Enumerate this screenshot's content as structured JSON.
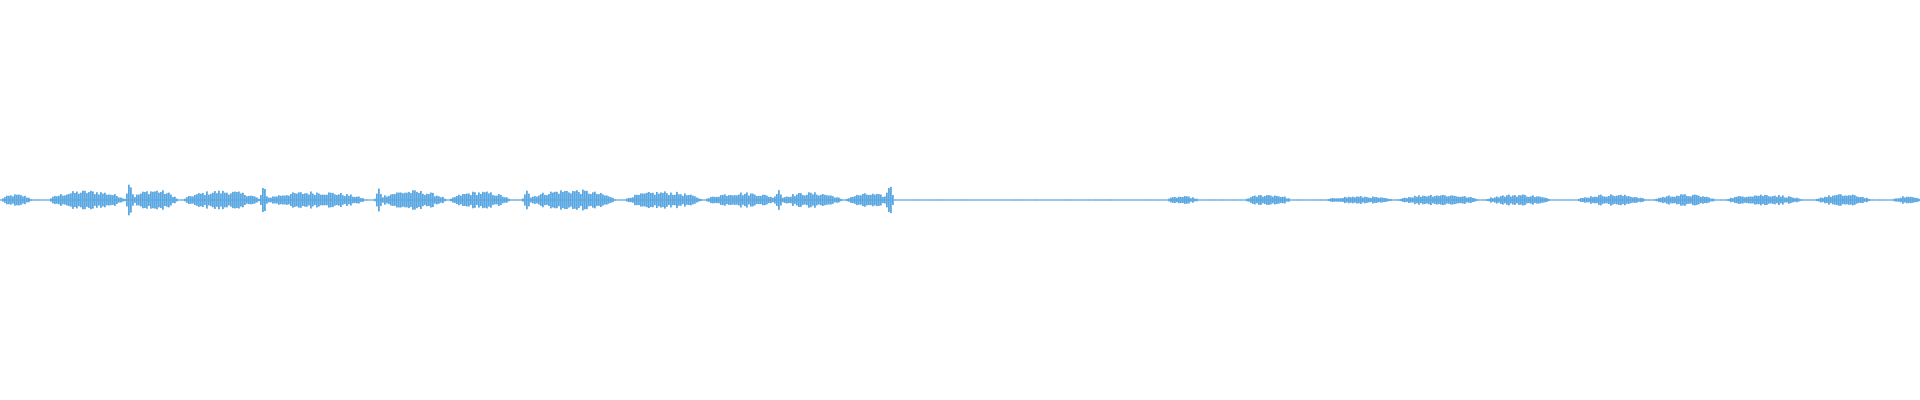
{
  "waveform": {
    "color": "#5aa7e2",
    "envelope": {
      "sample_count": 960,
      "segments": [
        {
          "start": 0.0,
          "end": 0.016,
          "amp": 0.03
        },
        {
          "start": 0.025,
          "end": 0.065,
          "amp": 0.05
        },
        {
          "start": 0.068,
          "end": 0.092,
          "amp": 0.055
        },
        {
          "start": 0.095,
          "end": 0.135,
          "amp": 0.05
        },
        {
          "start": 0.137,
          "end": 0.19,
          "amp": 0.045
        },
        {
          "start": 0.196,
          "end": 0.232,
          "amp": 0.05
        },
        {
          "start": 0.234,
          "end": 0.265,
          "amp": 0.045
        },
        {
          "start": 0.274,
          "end": 0.32,
          "amp": 0.055
        },
        {
          "start": 0.325,
          "end": 0.365,
          "amp": 0.045
        },
        {
          "start": 0.367,
          "end": 0.405,
          "amp": 0.04
        },
        {
          "start": 0.405,
          "end": 0.438,
          "amp": 0.04
        },
        {
          "start": 0.44,
          "end": 0.464,
          "amp": 0.035
        },
        {
          "start": 0.607,
          "end": 0.624,
          "amp": 0.02
        },
        {
          "start": 0.648,
          "end": 0.672,
          "amp": 0.03
        },
        {
          "start": 0.69,
          "end": 0.725,
          "amp": 0.02
        },
        {
          "start": 0.727,
          "end": 0.77,
          "amp": 0.03
        },
        {
          "start": 0.773,
          "end": 0.807,
          "amp": 0.03
        },
        {
          "start": 0.821,
          "end": 0.857,
          "amp": 0.03
        },
        {
          "start": 0.861,
          "end": 0.893,
          "amp": 0.03
        },
        {
          "start": 0.898,
          "end": 0.938,
          "amp": 0.03
        },
        {
          "start": 0.945,
          "end": 0.974,
          "amp": 0.03
        },
        {
          "start": 0.985,
          "end": 1.0,
          "amp": 0.02
        }
      ],
      "spikes": [
        {
          "at": 0.067,
          "amp": 0.13
        },
        {
          "at": 0.137,
          "amp": 0.08
        },
        {
          "at": 0.197,
          "amp": 0.07
        },
        {
          "at": 0.274,
          "amp": 0.08
        },
        {
          "at": 0.405,
          "amp": 0.08
        },
        {
          "at": 0.463,
          "amp": 0.11
        }
      ],
      "silence_amp": 0.003
    }
  }
}
